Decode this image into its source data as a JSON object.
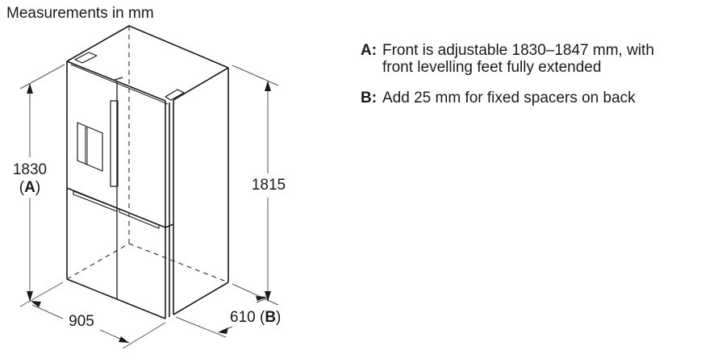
{
  "header": {
    "title": "Measurements in mm"
  },
  "dimensions": {
    "height_front": {
      "value": "1830",
      "ref": "(A)"
    },
    "height_back": {
      "value": "1815"
    },
    "width": {
      "value": "905"
    },
    "depth": {
      "value": "610",
      "ref_open": "(",
      "ref_key": "B",
      "ref_close": ")"
    }
  },
  "notes": [
    {
      "key": "A:",
      "text_line1": "Front is adjustable 1830–1847 mm, with",
      "text_line2": "front levelling feet fully extended"
    },
    {
      "key": "B:",
      "text_line1": "Add 25 mm for fixed spacers on back"
    }
  ],
  "colors": {
    "line": "#1a1a1a",
    "dim_line": "#555555",
    "background": "#ffffff"
  }
}
